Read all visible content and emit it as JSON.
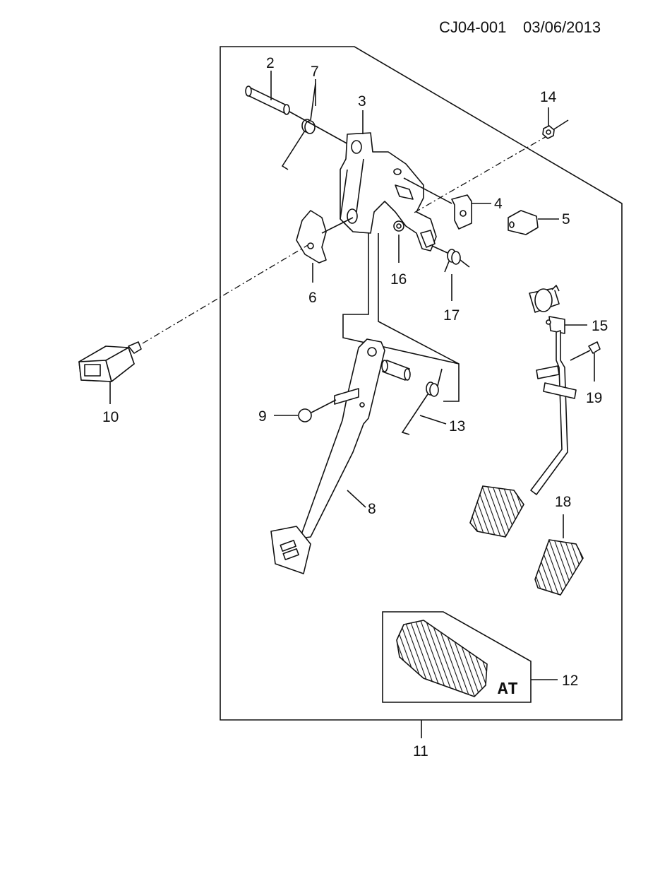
{
  "header": {
    "code": "CJ04-001",
    "date": "03/06/2013"
  },
  "callouts": {
    "c2": "2",
    "c3": "3",
    "c4": "4",
    "c5": "5",
    "c6": "6",
    "c7": "7",
    "c8": "8",
    "c9": "9",
    "c10": "10",
    "c11": "11",
    "c12": "12",
    "c13": "13",
    "c14": "14",
    "c15": "15",
    "c16": "16",
    "c17": "17",
    "c18": "18",
    "c19": "19"
  },
  "inset": {
    "at_label": "AT"
  }
}
